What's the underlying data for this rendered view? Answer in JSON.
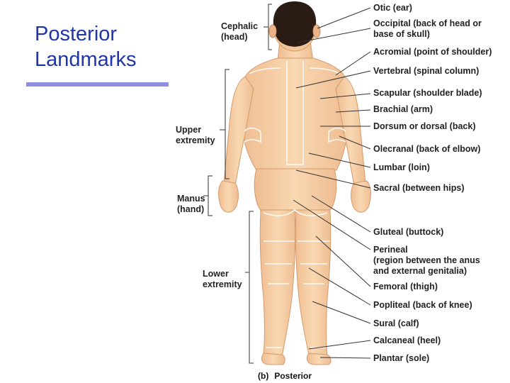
{
  "slide": {
    "title_line1": "Posterior",
    "title_line2": "Landmarks"
  },
  "left_labels": {
    "cephalic_1": "Cephalic",
    "cephalic_2": "(head)",
    "upper_1": "Upper",
    "upper_2": "extremity",
    "manus_1": "Manus",
    "manus_2": "(hand)",
    "lower_1": "Lower",
    "lower_2": "extremity"
  },
  "right_labels": {
    "otic": "Otic (ear)",
    "occipital_1": "Occipital (back of head or",
    "occipital_2": "base of skull)",
    "acromial": "Acromial (point of shoulder)",
    "vertebral": "Vertebral (spinal column)",
    "scapular": "Scapular (shoulder blade)",
    "brachial": "Brachial (arm)",
    "dorsum": "Dorsum or dorsal (back)",
    "olecranal": "Olecranal (back of elbow)",
    "lumbar": "Lumbar (loin)",
    "sacral": "Sacral (between hips)",
    "gluteal": "Gluteal (buttock)",
    "perineal_1": "Perineal",
    "perineal_2": "(region between the anus",
    "perineal_3": "and external genitalia)",
    "femoral": "Femoral (thigh)",
    "popliteal": "Popliteal (back of knee)",
    "sural": "Sural (calf)",
    "calcaneal": "Calcaneal (heel)",
    "plantar": "Plantar (sole)"
  },
  "caption": {
    "letter": "(b)",
    "text": "Posterior"
  },
  "colors": {
    "title": "#1f35a8",
    "rule": "#8f8fe0",
    "skin": "#f6cfa4",
    "skin_shadow": "#e9b487",
    "hair": "#2a1c14",
    "line": "#333333"
  }
}
